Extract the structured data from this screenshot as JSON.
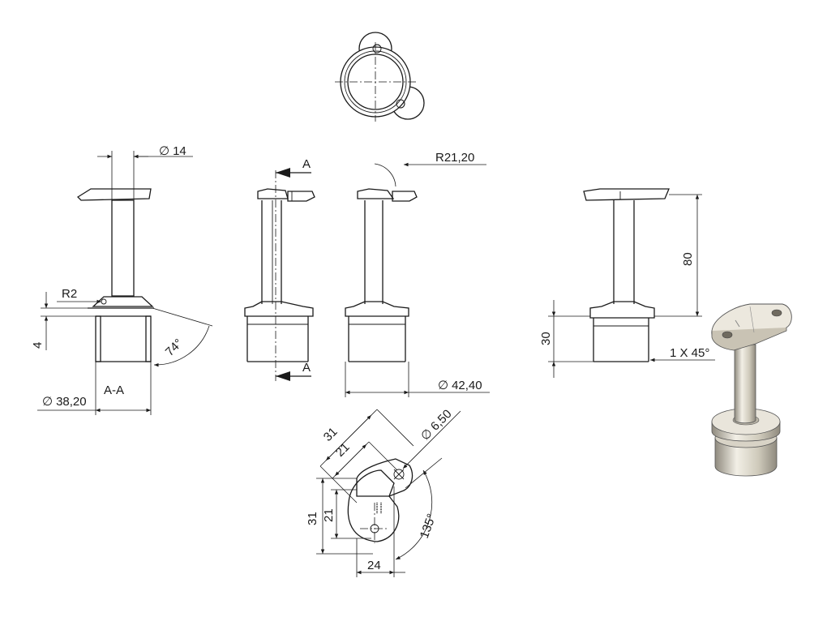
{
  "dimensions": {
    "dia_14": "14",
    "radius_r2": "R2",
    "value_4": "4",
    "angle_74": "74°",
    "section_label": "A-A",
    "dia_38_20": "38,20",
    "section_mark_top": "A",
    "section_mark_bottom": "A",
    "radius_r21_20": "R21,20",
    "dia_42_40": "42,40",
    "height_80": "80",
    "height_30": "30",
    "chamfer": "1 X 45°",
    "diag_31": "31",
    "diag_21": "21",
    "dia_6_50": "6,50",
    "vert_31": "31",
    "vert_21": "21",
    "width_24": "24",
    "angle_135": "135°"
  },
  "diameter_symbol": "∅",
  "colors": {
    "line": "#1a1a1a",
    "metal_light": "#f2efe6",
    "metal_mid": "#cfcabb",
    "metal_dark": "#8f8a7e"
  }
}
